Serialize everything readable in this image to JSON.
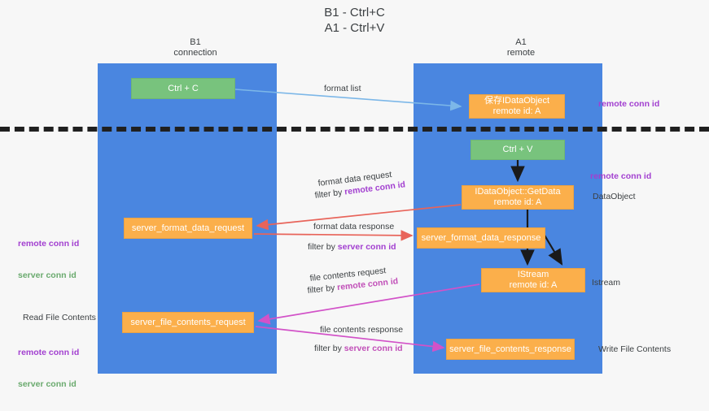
{
  "title": "B1 - Ctrl+C\nA1 - Ctrl+V",
  "columns": {
    "left": {
      "name": "B1",
      "role": "connection",
      "header": "B1\nconnection"
    },
    "right": {
      "name": "A1",
      "role": "remote",
      "header": "A1\nremote"
    }
  },
  "nodes": {
    "ctrl_c": {
      "line1": "Ctrl + C",
      "line2": "",
      "color": "#78c37d"
    },
    "save_idataobject": {
      "line1": "保存IDataObject",
      "line2": "remote id: A",
      "color": "#fbaf4b"
    },
    "ctrl_v": {
      "line1": "Ctrl + V",
      "line2": "",
      "color": "#78c37d"
    },
    "getdata": {
      "line1": "IDataObject::GetData",
      "line2": "remote id: A",
      "color": "#fbaf4b"
    },
    "server_format_data_request": {
      "line1": "server_format_data_request",
      "line2": "",
      "color": "#fbaf4b"
    },
    "server_format_data_response": {
      "line1": "server_format_data_response",
      "line2": "",
      "color": "#fbaf4b"
    },
    "istream": {
      "line1": "IStream",
      "line2": "remote id: A",
      "color": "#fbaf4b"
    },
    "server_file_contents_request": {
      "line1": "server_file_contents_request",
      "line2": "",
      "color": "#fbaf4b"
    },
    "server_file_contents_response": {
      "line1": "server_file_contents_response",
      "line2": "",
      "color": "#fbaf4b"
    }
  },
  "edge_labels": {
    "format_list": "format list",
    "format_data_request": "format data request",
    "format_data_request_filter_prefix": "filter by ",
    "format_data_request_filter_key": "remote conn id",
    "format_data_response": "format data response",
    "format_data_response_filter_prefix": "filter by ",
    "format_data_response_filter_key": "server conn id",
    "file_contents_request": "file contents request",
    "file_contents_request_filter_prefix": "filter by ",
    "file_contents_request_filter_key": "remote conn id",
    "file_contents_response": "file contents response",
    "file_contents_response_filter_prefix": "filter by ",
    "file_contents_response_filter_key": "server conn id"
  },
  "side_labels": {
    "right_remote_conn_id_top": "remote conn id",
    "right_remote_conn_id_mid": "remote conn id",
    "dataobject": "DataObject",
    "istream": "Istream",
    "write_file_contents": "Write File Contents",
    "left_remote_conn_id_1": "remote conn id",
    "left_server_conn_id_1": "server conn id",
    "read_file_contents": "Read File Contents",
    "left_remote_conn_id_2": "remote conn id",
    "left_server_conn_id_2": "server conn id"
  },
  "colors": {
    "lane": "#4a86e0",
    "green_node": "#78c37d",
    "orange_node": "#fbaf4b",
    "divider": "#202020",
    "arrow_format_list": "#7cb7e8",
    "arrow_format_data": "#e8645a",
    "arrow_file_contents": "#d252c8",
    "arrow_flow": "#1a1a1a",
    "text_purple": "#a23fd0",
    "text_green": "#6aaa6e",
    "background": "#f7f7f7"
  }
}
